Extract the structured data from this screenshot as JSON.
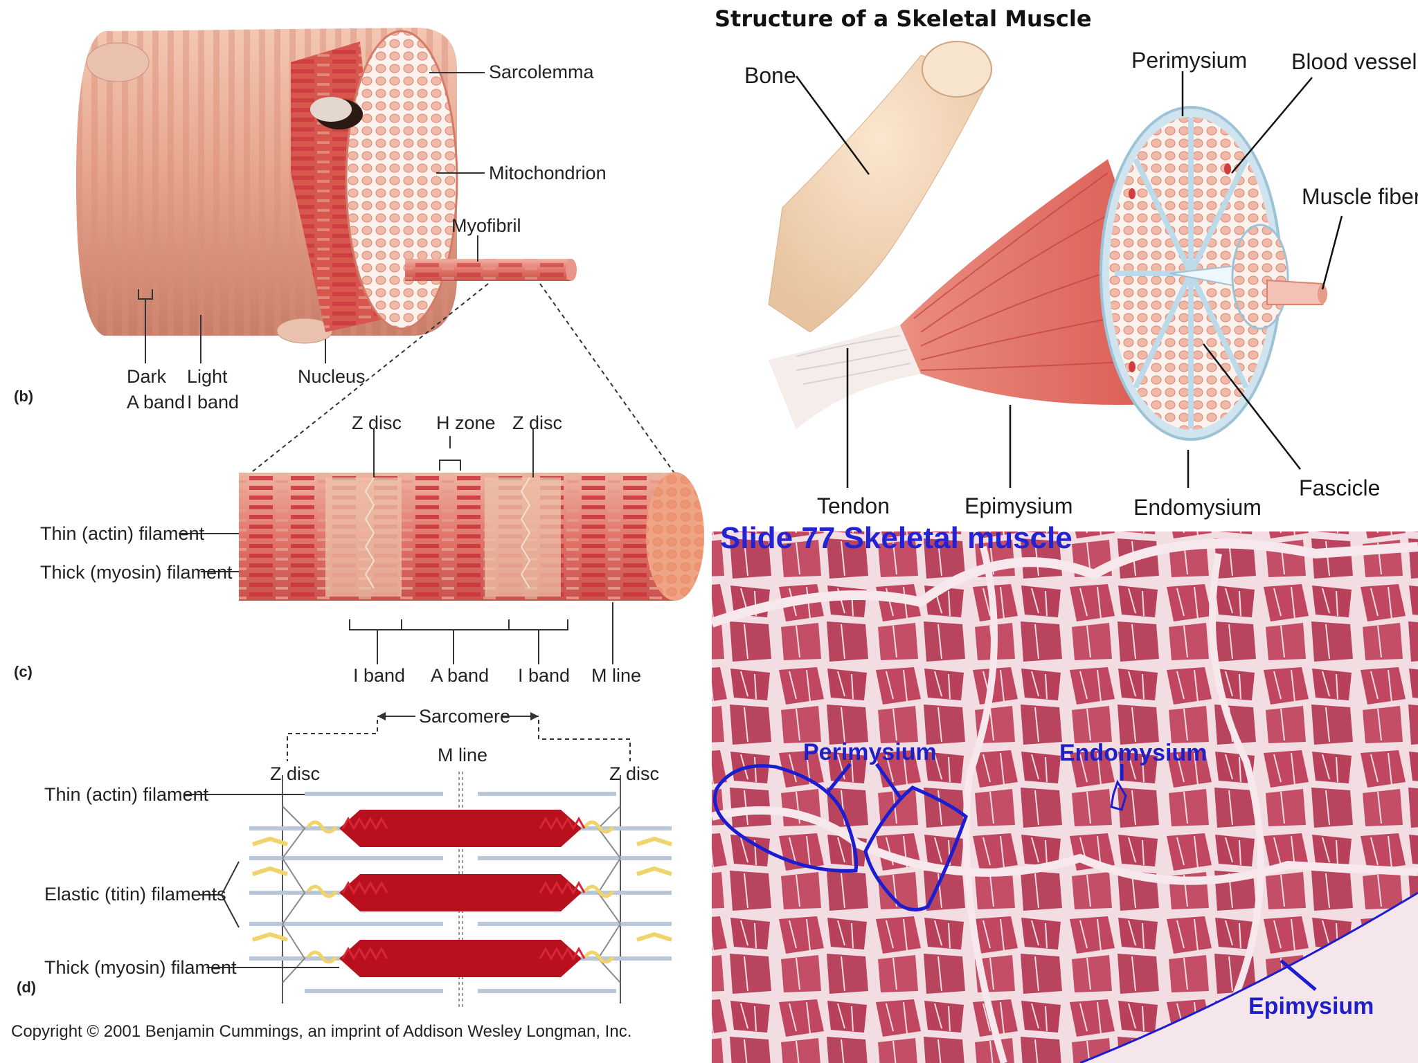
{
  "copyright": "Copyright © 2001 Benjamin Cummings, an imprint of Addison Wesley Longman, Inc.",
  "left_diagram": {
    "panel_b": "(b)",
    "panel_c": "(c)",
    "panel_d": "(d)",
    "sarcolemma": "Sarcolemma",
    "mitochondrion": "Mitochondrion",
    "myofibril": "Myofibril",
    "dark_line1": "Dark",
    "dark_line2": "A band",
    "light_line1": "Light",
    "light_line2": "I band",
    "nucleus": "Nucleus",
    "z_disc_left": "Z disc",
    "h_zone": "H zone",
    "z_disc_right": "Z disc",
    "thin_filament_c": "Thin (actin) filament",
    "thick_filament_c": "Thick (myosin) filament",
    "i_band_left": "I band",
    "a_band": "A band",
    "i_band_right": "I band",
    "m_line_c": "M line",
    "sarcomere": "Sarcomere",
    "m_line_d": "M line",
    "z_disc_d_left": "Z disc",
    "z_disc_d_right": "Z disc",
    "thin_filament_d": "Thin (actin) filament",
    "elastic_filaments": "Elastic (titin) filaments",
    "thick_filament_d": "Thick (myosin) filament"
  },
  "right_diagram": {
    "title": "Structure of a Skeletal Muscle",
    "bone": "Bone",
    "perimysium": "Perimysium",
    "blood_vessel": "Blood vessel",
    "muscle_fiber": "Muscle fiber",
    "tendon": "Tendon",
    "epimysium": "Epimysium",
    "endomysium": "Endomysium",
    "fascicle": "Fascicle"
  },
  "histology": {
    "title": "Slide 77 Skeletal muscle",
    "perimysium": "Perimysium",
    "endomysium": "Endomysium",
    "epimysium": "Epimysium"
  },
  "colors": {
    "muscle_pink": "#e9a48f",
    "muscle_red": "#d8504a",
    "myosin_red": "#b8101c",
    "histo_bg": "#f3d6dc",
    "histo_fiber": "#c04a64",
    "label_blue": "#1d1dd0"
  }
}
